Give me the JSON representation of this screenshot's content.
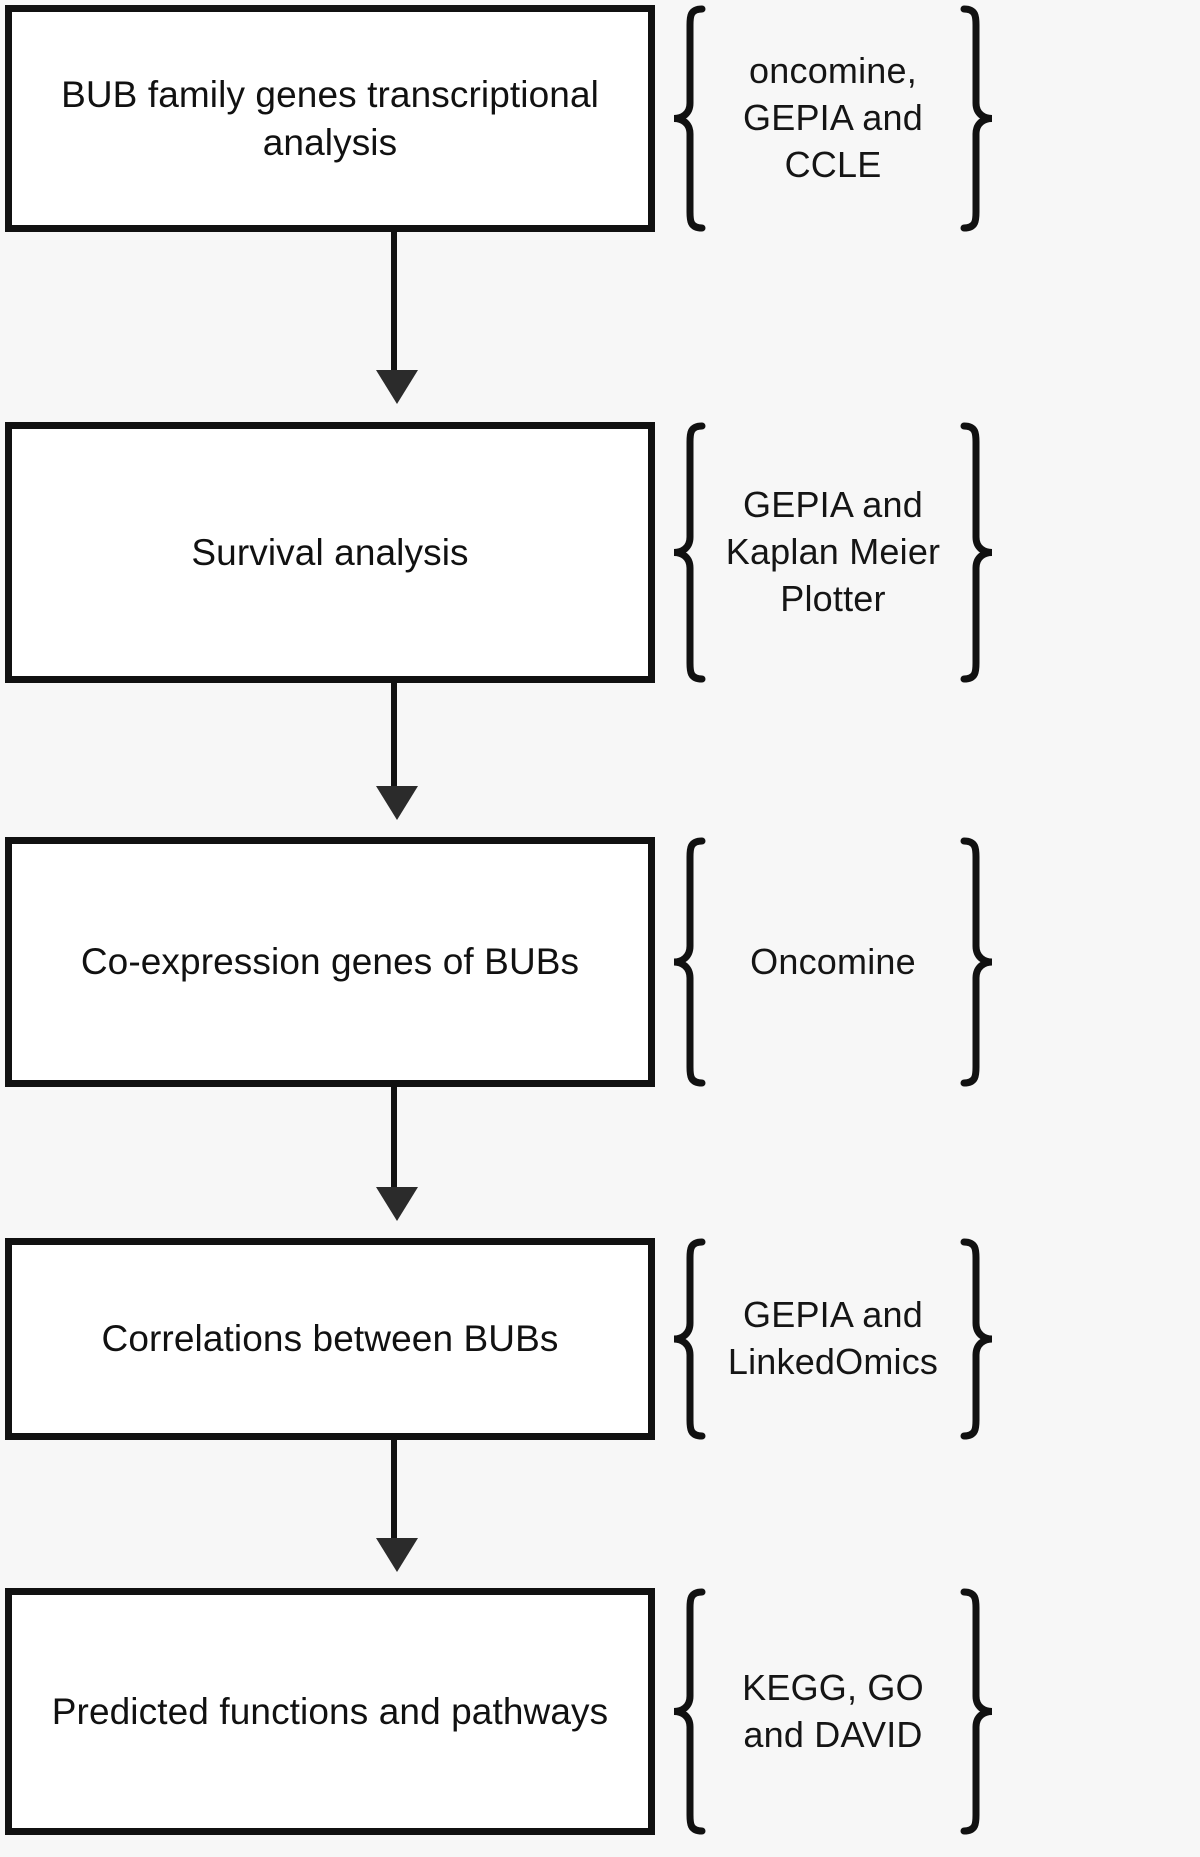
{
  "figure": {
    "type": "flowchart",
    "orientation": "vertical",
    "background_color": "#f7f7f7",
    "box_fill_color": "#ffffff",
    "line_color": "#111111",
    "stages": [
      {
        "step": "1",
        "box_label": "BUB family genes transcriptional analysis",
        "tools_label": "oncomine, GEPIA and CCLE"
      },
      {
        "step": "2",
        "box_label": "Survival analysis",
        "tools_label": "GEPIA and Kaplan Meier Plotter"
      },
      {
        "step": "3",
        "box_label": "Co-expression genes of BUBs",
        "tools_label": "Oncomine"
      },
      {
        "step": "4",
        "box_label": "Correlations between BUBs",
        "tools_label": "GEPIA and LinkedOmics"
      },
      {
        "step": "5",
        "box_label": "Predicted functions and pathways",
        "tools_label": "KEGG, GO and DAVID"
      }
    ],
    "connectors": [
      {
        "from": "1",
        "to": "2",
        "icon": "down-arrow-icon"
      },
      {
        "from": "2",
        "to": "3",
        "icon": "down-arrow-icon"
      },
      {
        "from": "3",
        "to": "4",
        "icon": "down-arrow-icon"
      },
      {
        "from": "4",
        "to": "5",
        "icon": "down-arrow-icon"
      }
    ]
  }
}
